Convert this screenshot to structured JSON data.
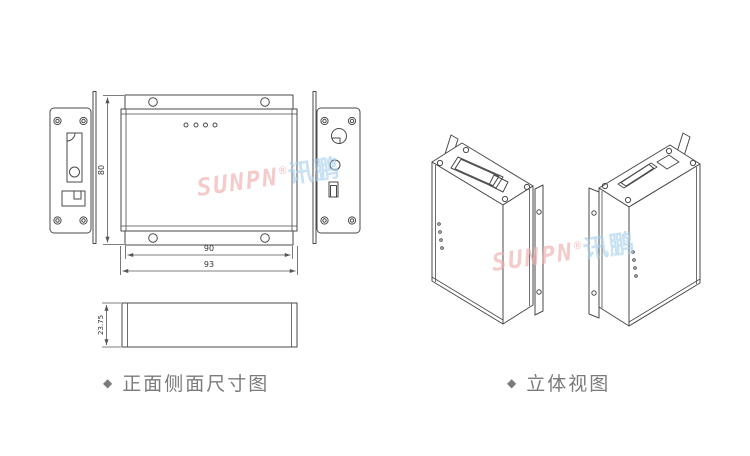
{
  "front_side": {
    "caption_bullet": "◆",
    "caption": "正面侧面尺寸图",
    "dim_height": "80",
    "dim_inner_width": "90",
    "dim_outer_width": "93",
    "dim_depth": "23.75"
  },
  "perspective": {
    "caption_bullet": "◆",
    "caption": "立体视图"
  },
  "watermark": {
    "brand": "SUNPN",
    "reg": "®",
    "cn": "讯鹏",
    "brand_color": "#f0aaaa",
    "cn_color": "#a8d0ec"
  },
  "style": {
    "line_color": "#4a4a4a",
    "caption_color": "#7b7b7b",
    "background": "#ffffff"
  }
}
